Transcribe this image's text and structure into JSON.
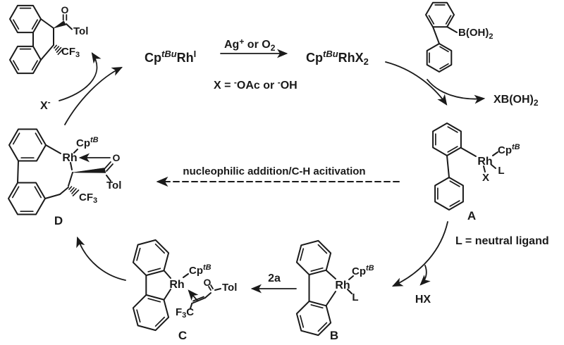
{
  "colors": {
    "background": "#ffffff",
    "ink": "#1a1a1a"
  },
  "formulas": {
    "catalyst_rest": {
      "cp": "Cp",
      "sup": "tBu",
      "rh": "Rh",
      "ox": "I"
    },
    "catalyst_oxidized": {
      "cp": "Cp",
      "sup": "tBu",
      "rhx": "RhX",
      "sub": "2"
    },
    "oxidant_label": {
      "ag": "Ag",
      "plus": "+",
      "or_o": " or O",
      "sub": "2"
    },
    "x_definition": {
      "p1": "X = ",
      "minus1": "-",
      "p2": "OAc or ",
      "minus2": "-",
      "p3": "OH"
    },
    "boronic_acid_group": {
      "main": "B(OH)",
      "sub": "2"
    },
    "boronate_byproduct": {
      "main": "XB(OH)",
      "sub": "2"
    },
    "x_anion": {
      "x": "X",
      "minus": "-"
    },
    "hx": "HX",
    "ligand_note": "L = neutral ligand",
    "step_label": "nucleophilic addition/C-H acitivation",
    "reagent_2a": "2a"
  },
  "atoms": {
    "rh": "Rh",
    "cp": "Cp",
    "cp_sup": "tB",
    "ligand_l": "L",
    "x": "X",
    "o": "O",
    "tol": "Tol",
    "cf": "CF",
    "f": "F",
    "c": "C",
    "three": "3"
  },
  "species": {
    "a": "A",
    "b": "B",
    "c": "C",
    "d": "D"
  }
}
